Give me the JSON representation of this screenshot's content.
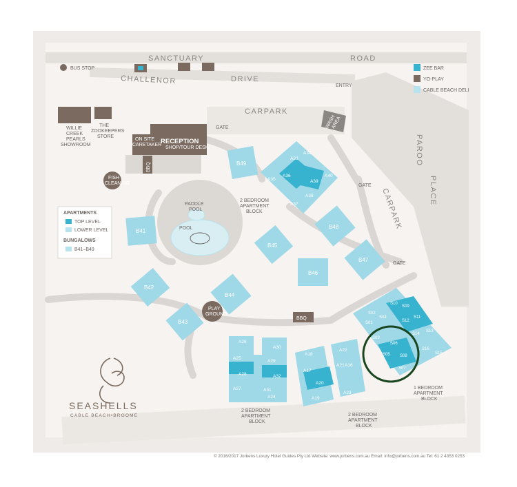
{
  "roads": {
    "sanctuary": "SANCTUARY",
    "road": "ROAD",
    "challenor": "CHALLENOR",
    "drive": "DRIVE",
    "paroo": "PAROO",
    "place": "PLACE",
    "carpark_top": "CARPARK",
    "carpark_right": "CARPARK",
    "entry": "ENTRY"
  },
  "places": {
    "bus_stop": "BUS STOP",
    "willie_creek": [
      "WILLIE",
      "CREEK",
      "PEARLS",
      "SHOWROOM"
    ],
    "zookeepers": [
      "THE",
      "ZOOKEEPERS",
      "STORE"
    ],
    "on_site_caretaker": [
      "ON SITE",
      "CARETAKER"
    ],
    "reception": "RECEPTION",
    "reception_sub": "SHOP/TOUR DESK",
    "bbq_left": "BBQ",
    "bbq_center": "BBQ",
    "fish_cleaning": [
      "FISH",
      "CLEANING"
    ],
    "paddle_pool": [
      "PADDLE",
      "POOL"
    ],
    "pool": "POOL",
    "play_ground": [
      "PLAY",
      "GROUND"
    ],
    "gates": [
      "GATE",
      "GATE",
      "GATE"
    ],
    "wash_area": [
      "WASH",
      "AREA"
    ]
  },
  "legend_top": {
    "items": [
      {
        "label": "ZEE BAR",
        "color": "#37b2cf"
      },
      {
        "label": "YO-PLAY",
        "color": "#7a6a5f"
      },
      {
        "label": "CABLE BEACH DELI",
        "color": "#b7e3ee"
      }
    ]
  },
  "legend_left": {
    "apartments_title": "APARTMENTS",
    "top_level": "TOP LEVEL",
    "lower_level": "LOWER LEVEL",
    "bungalows_title": "BUNGALOWS",
    "bungalows_range": "B41–B49",
    "colors": {
      "top": "#37b2cf",
      "lower": "#b7e3ee"
    }
  },
  "bungalows": [
    "B41",
    "B42",
    "B43",
    "B44",
    "B45",
    "B46",
    "B47",
    "B48",
    "B49"
  ],
  "apartments": {
    "north": [
      "A33",
      "A34",
      "A35",
      "A36",
      "A37",
      "A38",
      "A39",
      "A40"
    ],
    "south_left": [
      "A24",
      "A25",
      "A26",
      "A27",
      "A28",
      "A29",
      "A30",
      "A31",
      "A32"
    ],
    "south_mid": [
      "A16",
      "A17",
      "A18",
      "A19",
      "A20",
      "A21",
      "A22",
      "A23"
    ],
    "east": [
      "S01",
      "S02",
      "S03",
      "S04",
      "S05",
      "S06",
      "S07",
      "S08",
      "S09",
      "S10",
      "S11",
      "S12",
      "S13",
      "S14",
      "S15",
      "S16"
    ]
  },
  "block_labels": {
    "north": [
      "2 BEDROOM",
      "APARTMENT",
      "BLOCK"
    ],
    "south_left": [
      "2 BEDROOM",
      "APARTMENT",
      "BLOCK"
    ],
    "south_mid": [
      "2 BEDROOM",
      "APARTMENT",
      "BLOCK"
    ],
    "east": [
      "1 BEDROOM",
      "APARTMENT",
      "BLOCK"
    ]
  },
  "brand": {
    "name": "SEASHELLS",
    "tagline": "CABLE BEACH•BROOME"
  },
  "copyright": "© 2016/2017 Jorbens Luxury Hotel Guides Pty Ltd Website: www.jorbens.com.au  Email: info@jorbens.com.au  Tel: 61 2 4353 0253",
  "colors": {
    "top": "#37b2cf",
    "lower": "#9fd8e6",
    "building": "#7a6a5f",
    "path": "#d9d6d3",
    "ground": "#f6f3f0"
  }
}
